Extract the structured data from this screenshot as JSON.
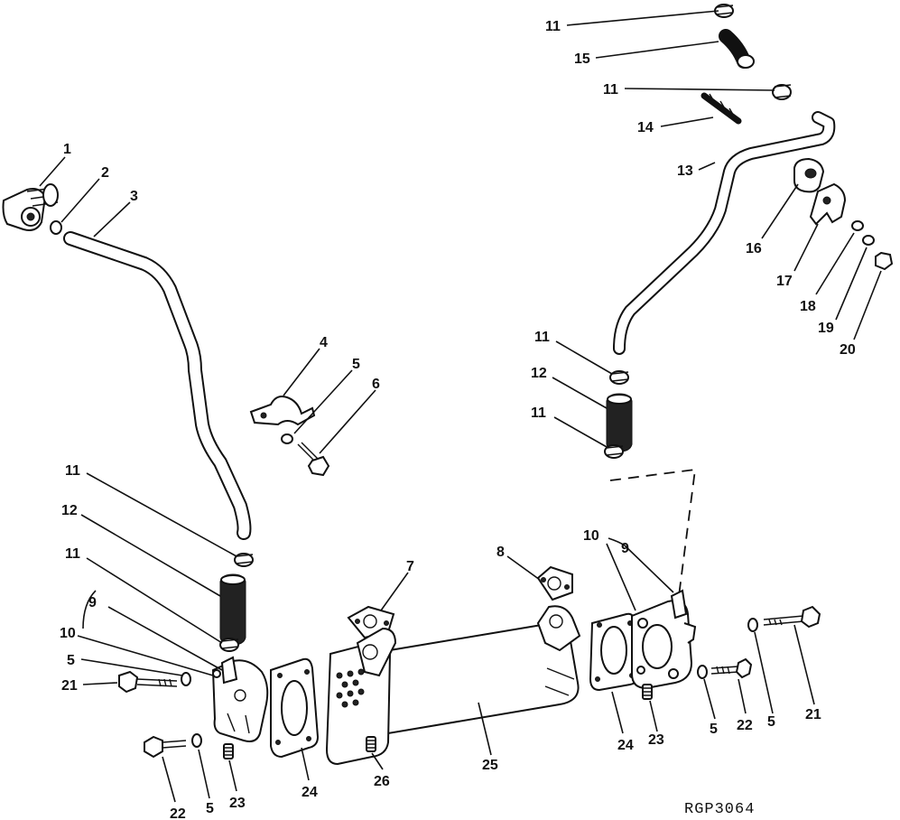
{
  "drawing_code": "RGP3064",
  "callouts": {
    "c1": "1",
    "c2": "2",
    "c3": "3",
    "c4": "4",
    "c5a": "5",
    "c6": "6",
    "c7": "7",
    "c8": "8",
    "c9r": "9",
    "c10r": "10",
    "c11a": "11",
    "c15": "15",
    "c11b": "11",
    "c14": "14",
    "c13": "13",
    "c16": "16",
    "c17": "17",
    "c18": "18",
    "c19": "19",
    "c20": "20",
    "c11c": "11",
    "c12r": "12",
    "c11d": "11",
    "c11e": "11",
    "c12l": "12",
    "c11f": "11",
    "c9l": "9",
    "c10l": "10",
    "c5b": "5",
    "c21l": "21",
    "c22l": "22",
    "c5c": "5",
    "c23l": "23",
    "c24l": "24",
    "c26": "26",
    "c25": "25",
    "c24r": "24",
    "c23r": "23",
    "c5d": "5",
    "c22r": "22",
    "c5e": "5",
    "c21r": "21"
  }
}
